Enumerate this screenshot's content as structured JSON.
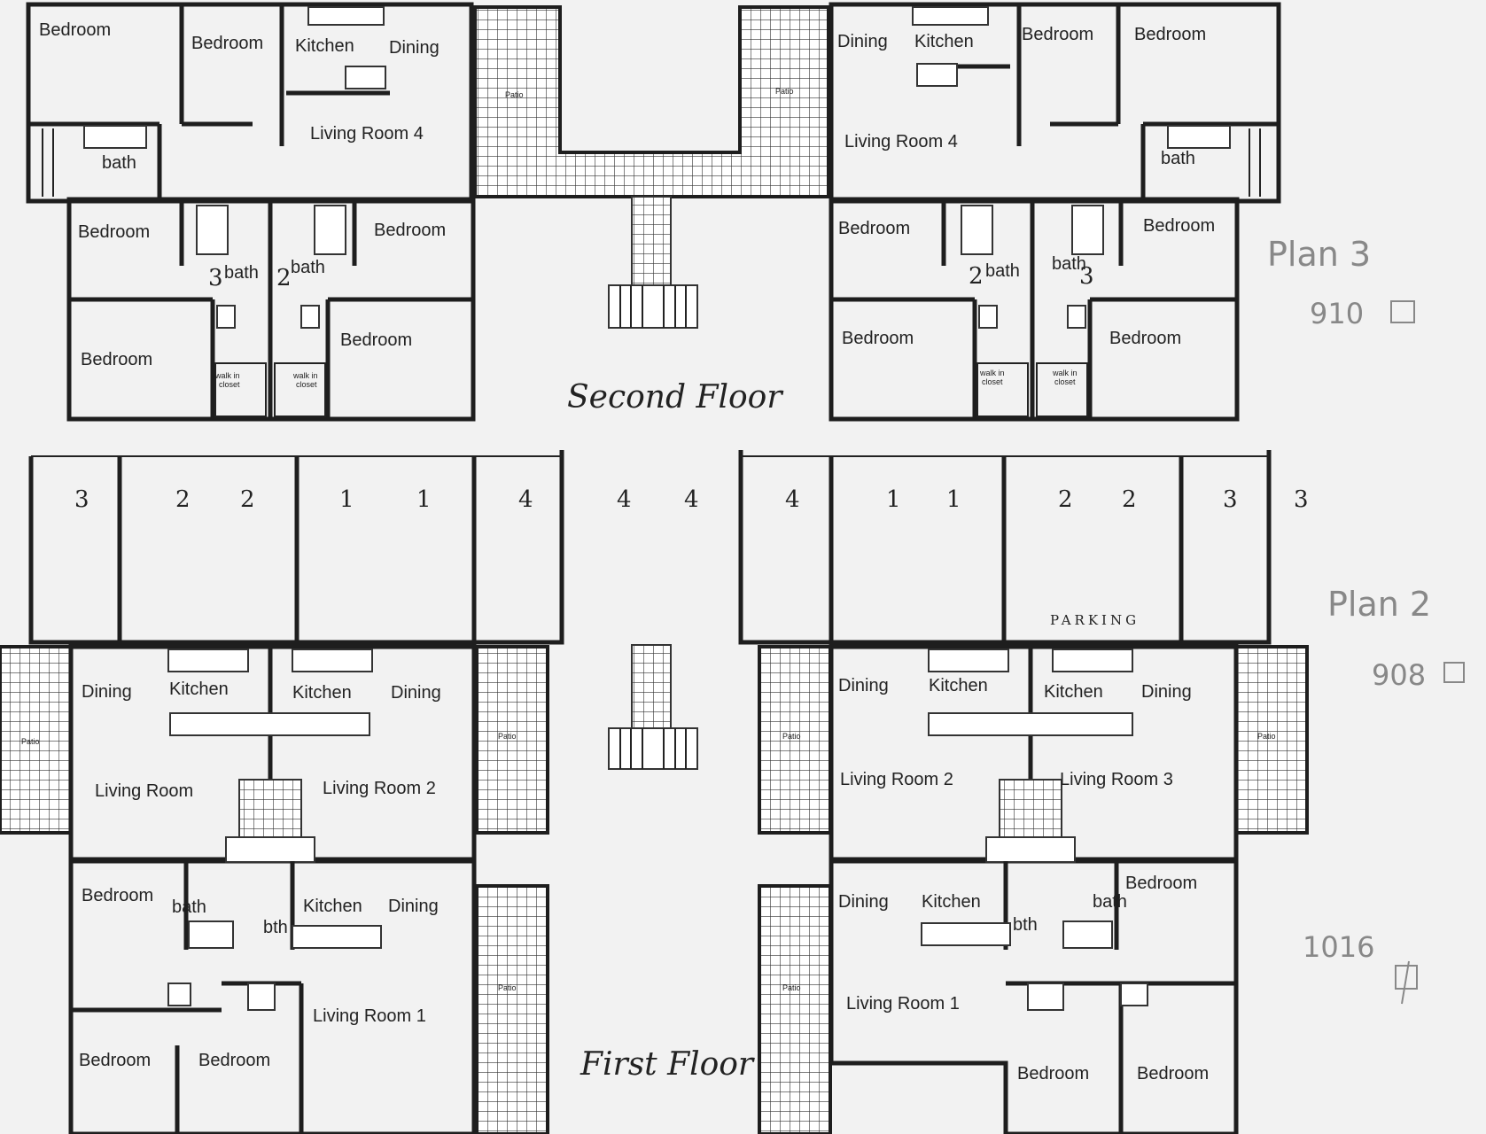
{
  "titles": {
    "second_floor": "Second Floor",
    "first_floor": "First Floor",
    "parking": "PARKING"
  },
  "annotations": {
    "plan3": "Plan 3",
    "plan3_area": "910",
    "plan2": "Plan 2",
    "plan2_area": "908",
    "plan1_area": "1016"
  },
  "rooms": {
    "bedroom": "Bedroom",
    "kitchen": "Kitchen",
    "dining": "Dining",
    "bath": "bath",
    "bth": "bth",
    "living": "Living Room",
    "living1": "Living Room 1",
    "living2": "Living Room 2",
    "living3": "Living Room 3",
    "living4": "Living Room 4",
    "patio": "Patio",
    "walk_in": "walk in",
    "closet": "closet"
  },
  "unit_numbers": {
    "one": "1",
    "two": "2",
    "three": "3",
    "four": "4"
  },
  "parking_stall_numbers": [
    "3",
    "2",
    "2",
    "1",
    "1",
    "4",
    "4",
    "4",
    "4",
    "1",
    "1",
    "2",
    "2",
    "3",
    "3"
  ]
}
